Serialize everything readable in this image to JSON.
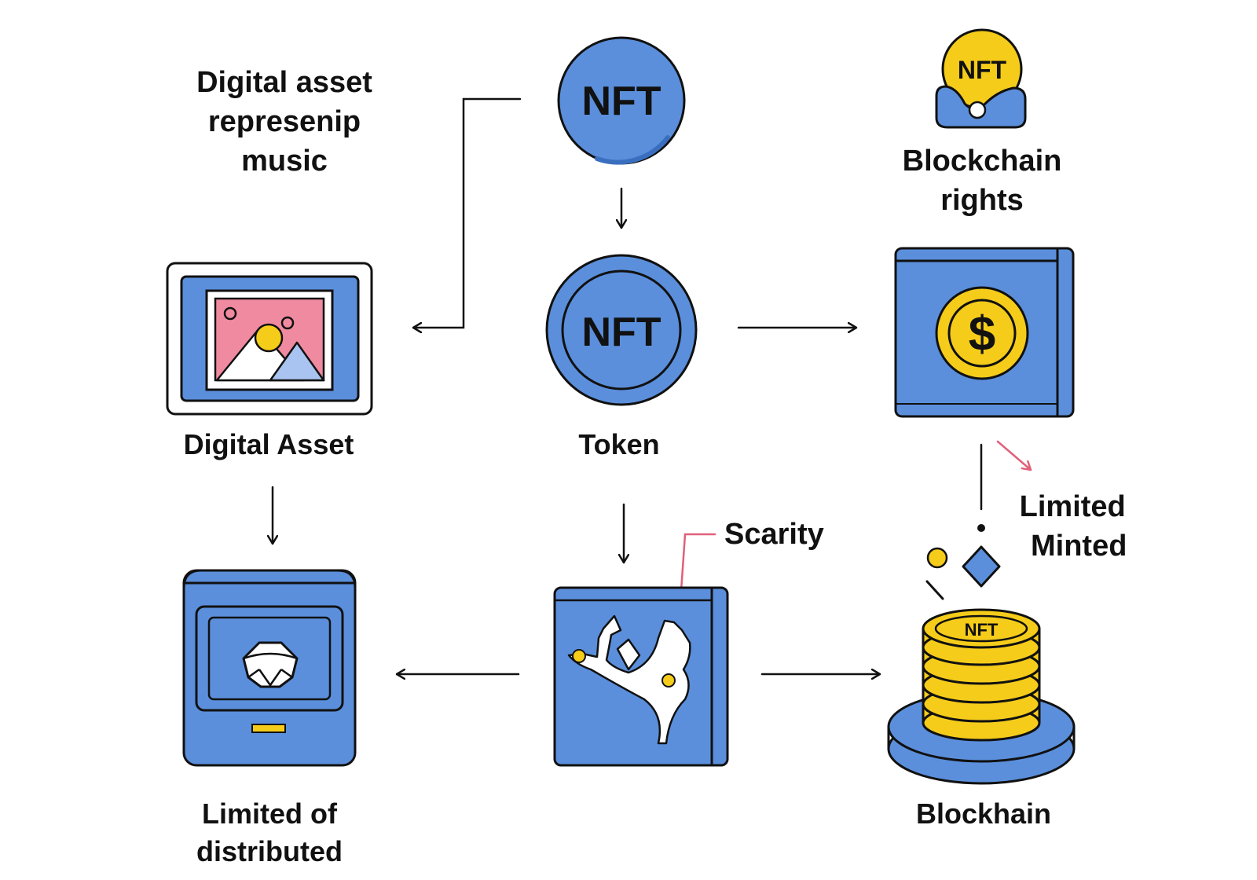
{
  "colors": {
    "blue": "#5b8fdc",
    "light_blue": "#a9c4f0",
    "yellow": "#f5cc1a",
    "pink": "#f08aa0",
    "accent_red": "#e0607a",
    "outline": "#111111"
  },
  "nodes": {
    "nft_top": {
      "text": "NFT"
    },
    "digital_asset_desc": {
      "line1": "Digital asset",
      "line2": "represenip",
      "line3": "music"
    },
    "blockchain_rights": {
      "badge": "NFT",
      "line1": "Blockchain",
      "line2": "rights"
    },
    "digital_asset": {
      "label": "Digital Asset"
    },
    "token": {
      "text": "NFT",
      "label": "Token"
    },
    "wallet": {
      "symbol": "$"
    },
    "limited_minted": {
      "line1": "Limited",
      "line2": "Minted"
    },
    "scarity": {
      "label": "Scarity"
    },
    "limited_distributed": {
      "line1": "Limited of",
      "line2": "distributed"
    },
    "blockchain_stack": {
      "badge": "NFT",
      "label": "Blockhain"
    }
  },
  "icons": {
    "nft_top": "nft-coin-icon",
    "blockchain_rights": "nft-hand-icon",
    "digital_asset": "image-frame-icon",
    "token": "nft-token-icon",
    "wallet": "dollar-wallet-icon",
    "limited_distributed": "gem-monitor-icon",
    "scarity": "tree-map-icon",
    "blockchain_stack": "coin-stack-icon"
  }
}
